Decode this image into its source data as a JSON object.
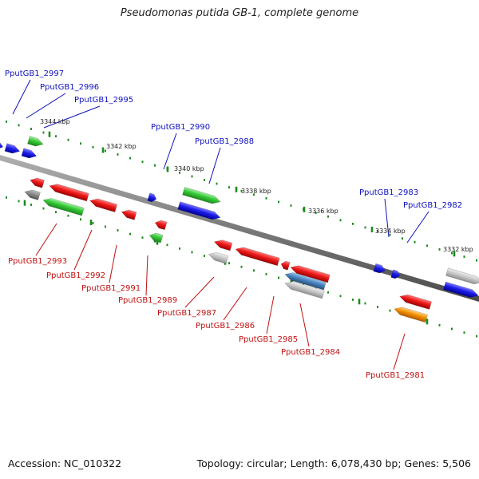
{
  "title": "Pseudomonas putida GB-1, complete genome",
  "footer": {
    "accession": "Accession: NC_010322",
    "stats": "Topology: circular; Length: 6,078,430 bp; Genes: 5,506"
  },
  "colors": {
    "backbone": "#7a7a7a",
    "tick": "#1f8a1f",
    "forward_label": "#1010c0",
    "reverse_label": "#c01010",
    "red": "#e01010",
    "green": "#2fc52f",
    "blue": "#1818e0",
    "gray": "#9a9a9a",
    "lightgray": "#c4c4c4",
    "steelblue": "#4a86c0",
    "orange": "#f08a00"
  },
  "position_labels": [
    "3344 kbp",
    "3342 kbp",
    "3340 kbp",
    "3338 kbp",
    "3336 kbp",
    "3334 kbp",
    "3332 kbp"
  ],
  "forward_gene_labels": [
    "PputGB1_2997",
    "PputGB1_2996",
    "PputGB1_2995",
    "PputGB1_2990",
    "PputGB1_2988",
    "PputGB1_2983",
    "PputGB1_2982"
  ],
  "reverse_gene_labels": [
    "PputGB1_2993",
    "PputGB1_2992",
    "PputGB1_2991",
    "PputGB1_2989",
    "PputGB1_2987",
    "PputGB1_2986",
    "PputGB1_2985",
    "PputGB1_2984",
    "PputGB1_2981"
  ]
}
